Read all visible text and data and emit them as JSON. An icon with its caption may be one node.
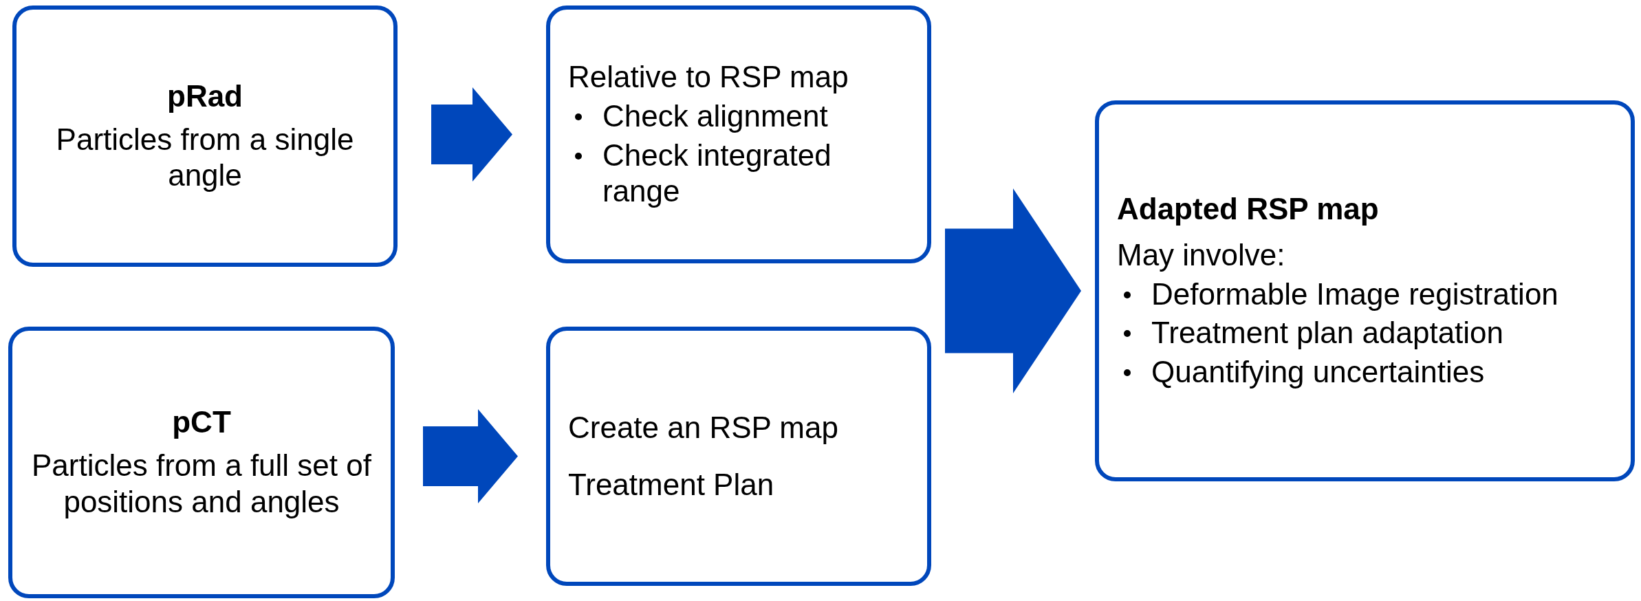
{
  "diagram": {
    "nodes": [
      {
        "text": [
          "pRad",
          "Particles from a single angle"
        ]
      },
      {
        "text": [
          "Relative to RSP map",
          "Check alignment",
          "Check integrated range"
        ]
      },
      {
        "text": [
          "Adapted RSP map",
          "May involve:",
          "Deformable Image registration",
          "Treatment plan adaptation",
          "Quantifying uncertainties"
        ]
      },
      {
        "text": [
          "pCT",
          "Particles from a full set of positions and angles"
        ]
      },
      {
        "text": [
          "Create an RSP map",
          "Treatment Plan"
        ]
      }
    ],
    "edges": [
      {
        "from": 0,
        "to": 1,
        "arrow": "to"
      },
      {
        "from": 1,
        "to": 2,
        "arrow": "to"
      },
      {
        "from": 4,
        "to": 2,
        "arrow": "to"
      },
      {
        "from": 3,
        "to": 4,
        "arrow": "to"
      }
    ]
  }
}
